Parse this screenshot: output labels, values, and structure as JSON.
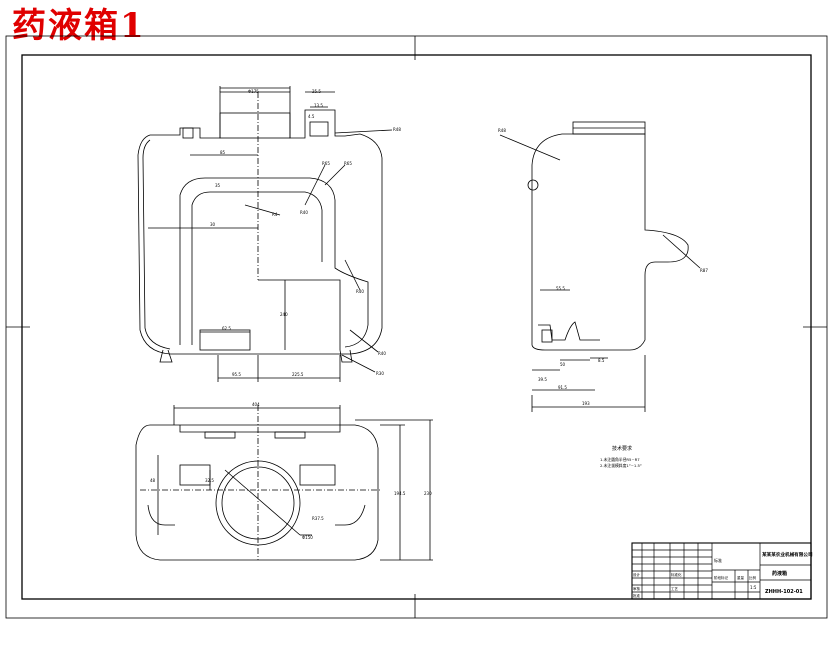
{
  "title": "药液箱1",
  "views": {
    "front": {
      "dims": {
        "top_width": "Φ175",
        "top_right": "25.5",
        "top_right_inner": "13.5",
        "top_right_small": "4.5",
        "pocket_depth": "85",
        "left_offset": "30",
        "upper_left": "35",
        "inner_height": "240",
        "bottom_slot": "62.5",
        "bottom_left": "95.5",
        "bottom_right": "225.5",
        "label_r1": "R48",
        "label_r2": "R65",
        "label_r3": "R65",
        "label_r4": "R40",
        "label_r5": "R40",
        "label_r6": "R40",
        "label_r7": "R30",
        "label_r8": "R4"
      }
    },
    "side": {
      "dims": {
        "r_top": "R48",
        "r_right": "R87",
        "d1": "55.5",
        "d2": "8.5",
        "d3": "50",
        "d4": "39.5",
        "d5": "91.5",
        "d6": "193"
      }
    },
    "bottom": {
      "dims": {
        "width": "404",
        "height_inner": "194.5",
        "height": "230",
        "left": "48",
        "mid": "32.5",
        "r1": "R37.5",
        "r2": "Φ150"
      }
    }
  },
  "notes": {
    "heading": "技术要求",
    "line1": "1.未注圆角半径R5~R7",
    "line2": "2.未注拔模斜度1°~1.5°"
  },
  "title_block": {
    "material_label": "标准",
    "company": "某某某农业机械有限公司",
    "part_name": "药液箱",
    "drawing_no": "ZHHH-102-01",
    "scale": "1:5",
    "r1c1": "设计",
    "r1c2": "标准化",
    "r2c1": "审核",
    "r2c2": "工艺",
    "r3c1": "批准",
    "phase": "阶段标记",
    "weight": "重量",
    "ratio": "比例"
  }
}
